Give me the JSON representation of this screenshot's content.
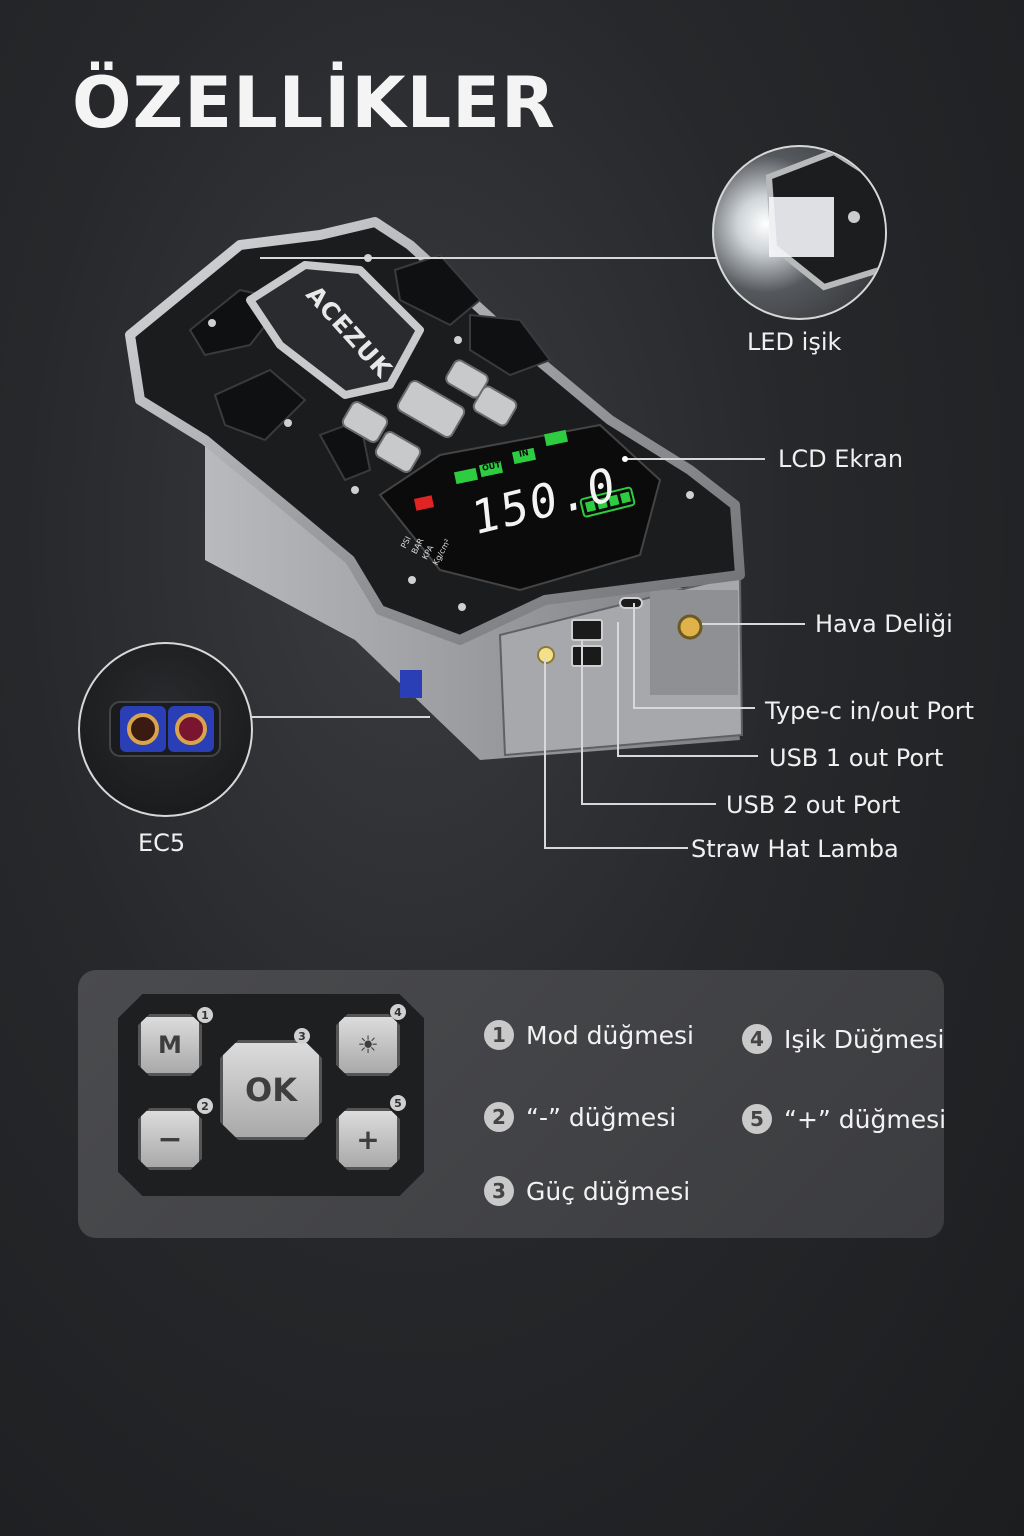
{
  "title": "ÖZELLİKLER",
  "callouts": {
    "led": "LED işik",
    "lcd": "LCD Ekran",
    "air": "Hava Deliği",
    "typec": "Type-c in/out Port",
    "usb1": "USB 1 out Port",
    "usb2": "USB 2 out Port",
    "straw": "Straw Hat Lamba",
    "ec5": "EC5"
  },
  "device": {
    "brand": "ACEZUK",
    "display_value": "150.0",
    "screen_units": [
      "PSI",
      "BAR",
      "KPA",
      "Kg/cm²"
    ],
    "screen_tags": [
      "OUT",
      "IN"
    ]
  },
  "keypad": {
    "keys": [
      {
        "label": "M",
        "num": "1"
      },
      {
        "label": "−",
        "num": "2"
      },
      {
        "label": "OK",
        "num": "3"
      },
      {
        "label": "☀",
        "num": "4"
      },
      {
        "label": "+",
        "num": "5"
      }
    ]
  },
  "legend": [
    {
      "num": "1",
      "text": "Mod düğmesi"
    },
    {
      "num": "2",
      "text": "“-” düğmesi"
    },
    {
      "num": "3",
      "text": "Güç düğmesi"
    },
    {
      "num": "4",
      "text": "Işik Düğmesi"
    },
    {
      "num": "5",
      "text": "“+” düğmesi"
    }
  ],
  "colors": {
    "lcd_green": "#2ecc40",
    "lcd_red": "#e02424",
    "ec5_blue": "#2a3fb5"
  }
}
